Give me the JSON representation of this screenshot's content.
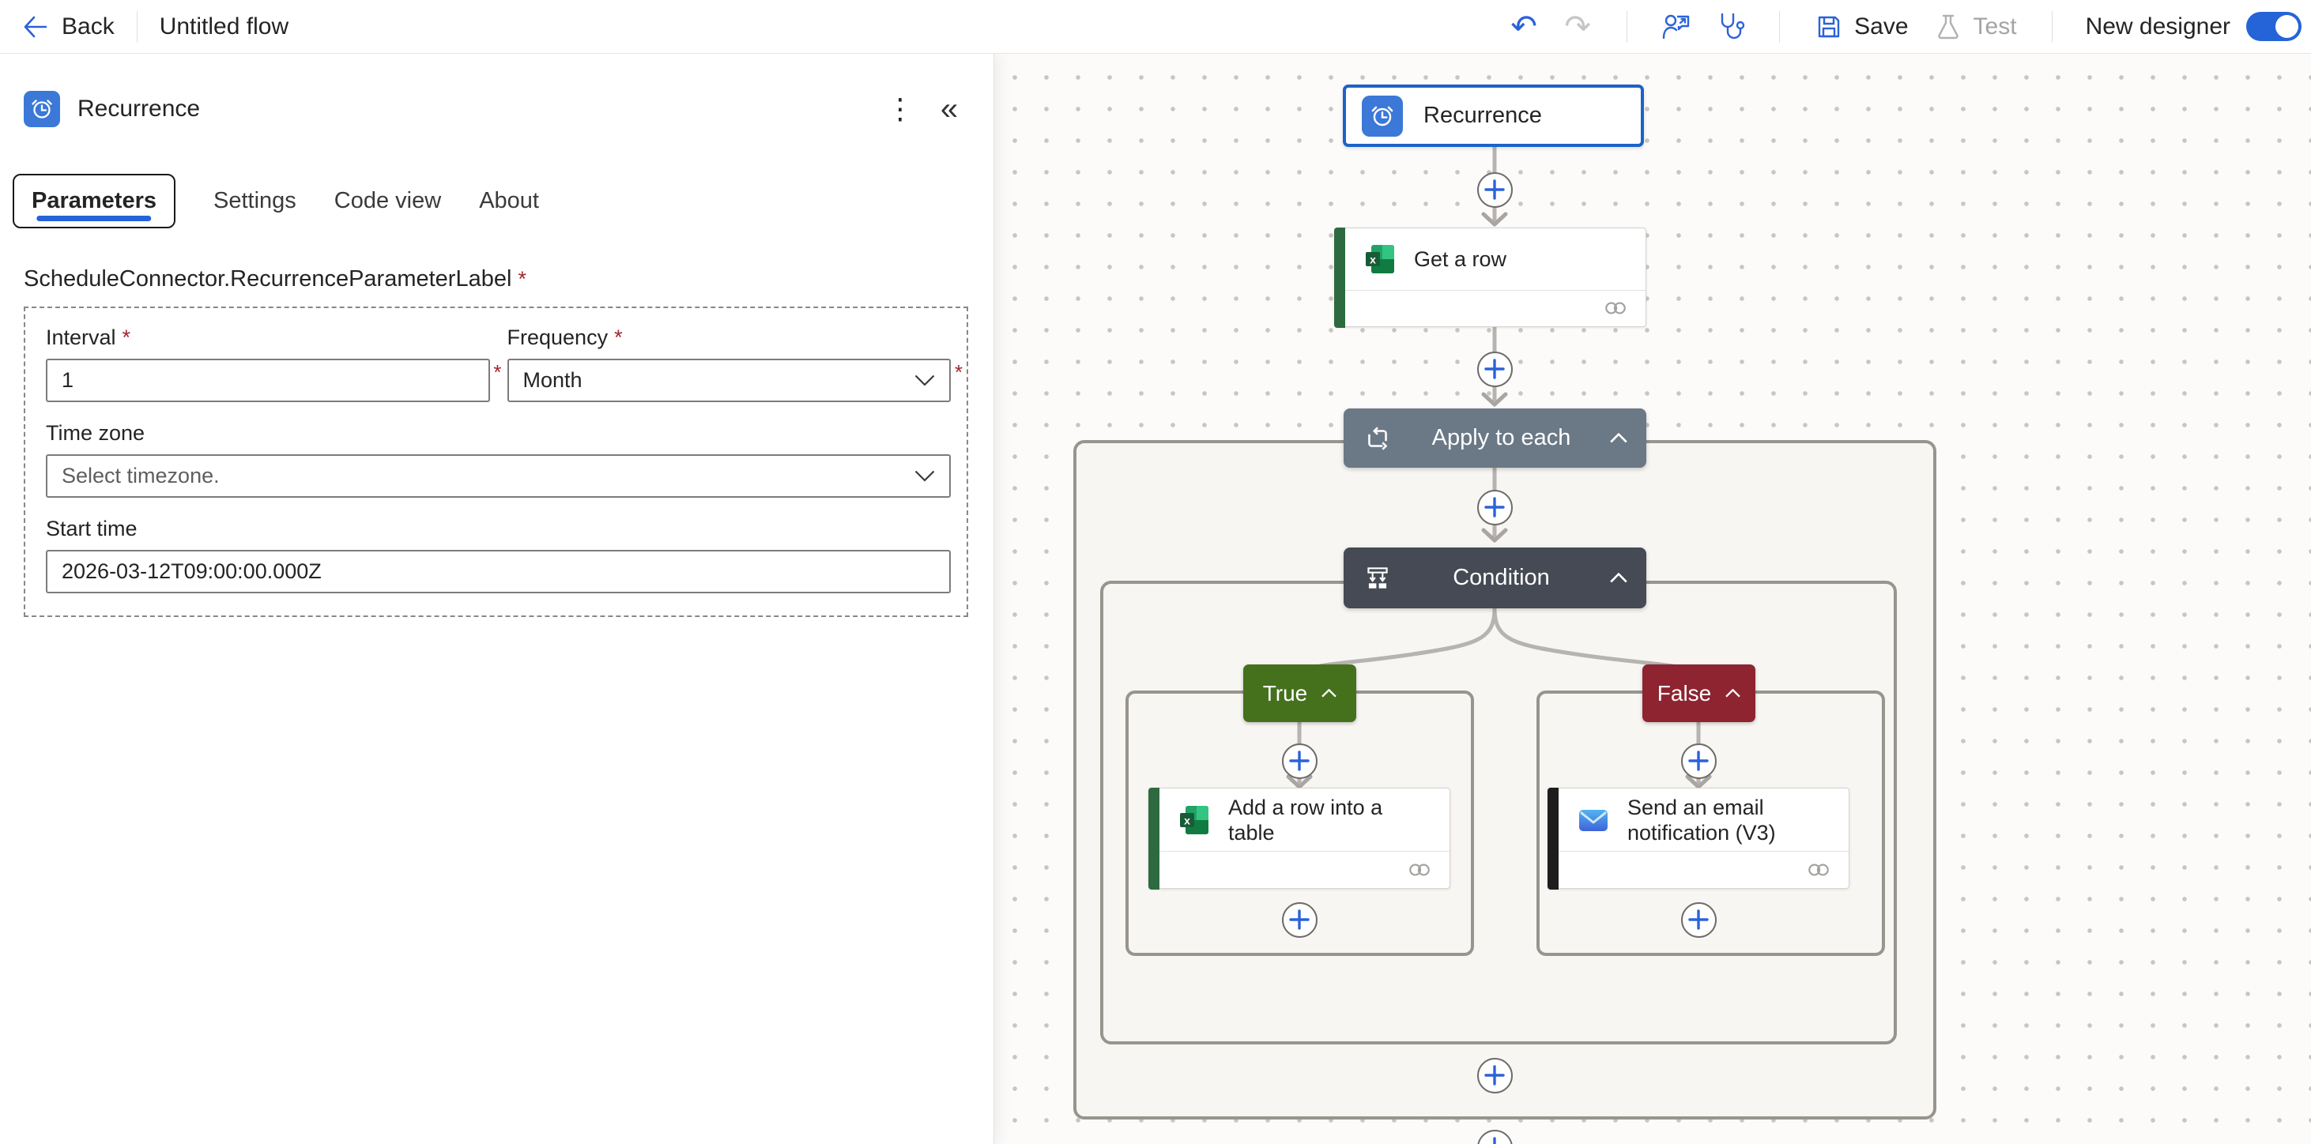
{
  "topbar": {
    "back_label": "Back",
    "flow_title": "Untitled flow",
    "save_label": "Save",
    "test_label": "Test",
    "test_disabled": true,
    "new_designer_label": "New designer",
    "new_designer_toggle": "on"
  },
  "panel": {
    "title": "Recurrence",
    "menu_icons": {
      "kebab": "⋮",
      "collapse": "«"
    },
    "tabs": [
      {
        "label": "Parameters",
        "active": true
      },
      {
        "label": "Settings",
        "active": false
      },
      {
        "label": "Code view",
        "active": false
      },
      {
        "label": "About",
        "active": false
      }
    ],
    "section_label": "ScheduleConnector.RecurrenceParameterLabel",
    "required_mark": "*",
    "fields": {
      "interval": {
        "label": "Interval",
        "value": "1",
        "required": true
      },
      "frequency": {
        "label": "Frequency",
        "value": "Month",
        "required": true
      },
      "timezone": {
        "label": "Time zone",
        "placeholder": "Select timezone."
      },
      "start_time": {
        "label": "Start time",
        "value": "2026-03-12T09:00:00.000Z"
      }
    }
  },
  "canvas": {
    "nodes": {
      "recurrence": {
        "title": "Recurrence",
        "selected": true,
        "icon": "alarm-clock-icon"
      },
      "get_row": {
        "title": "Get a row",
        "icon": "excel-icon"
      },
      "apply_to_each": {
        "title": "Apply to each",
        "icon": "loop-icon",
        "collapsed": false
      },
      "condition": {
        "title": "Condition",
        "icon": "condition-branch-icon",
        "collapsed": false
      },
      "branch_true": {
        "label": "True"
      },
      "branch_false": {
        "label": "False"
      },
      "add_row": {
        "title": "Add a row into a table",
        "icon": "excel-icon"
      },
      "send_email": {
        "title": "Send an email notification (V3)",
        "icon": "email-icon"
      }
    }
  },
  "colors": {
    "accent_blue": "#2b62d9",
    "toggle_blue": "#2563d8",
    "selected_node_border": "#1b63c8",
    "connector_icon_tile": "#3b78d8",
    "apply_header": "#6b7886",
    "condition_header": "#454a54",
    "true_badge": "#45711d",
    "false_badge": "#8e2430",
    "excel_stripe": "#2d6a40",
    "outlook_stripe": "#1d1d1d",
    "required_red": "#a4262c",
    "container_border": "#98948e"
  }
}
